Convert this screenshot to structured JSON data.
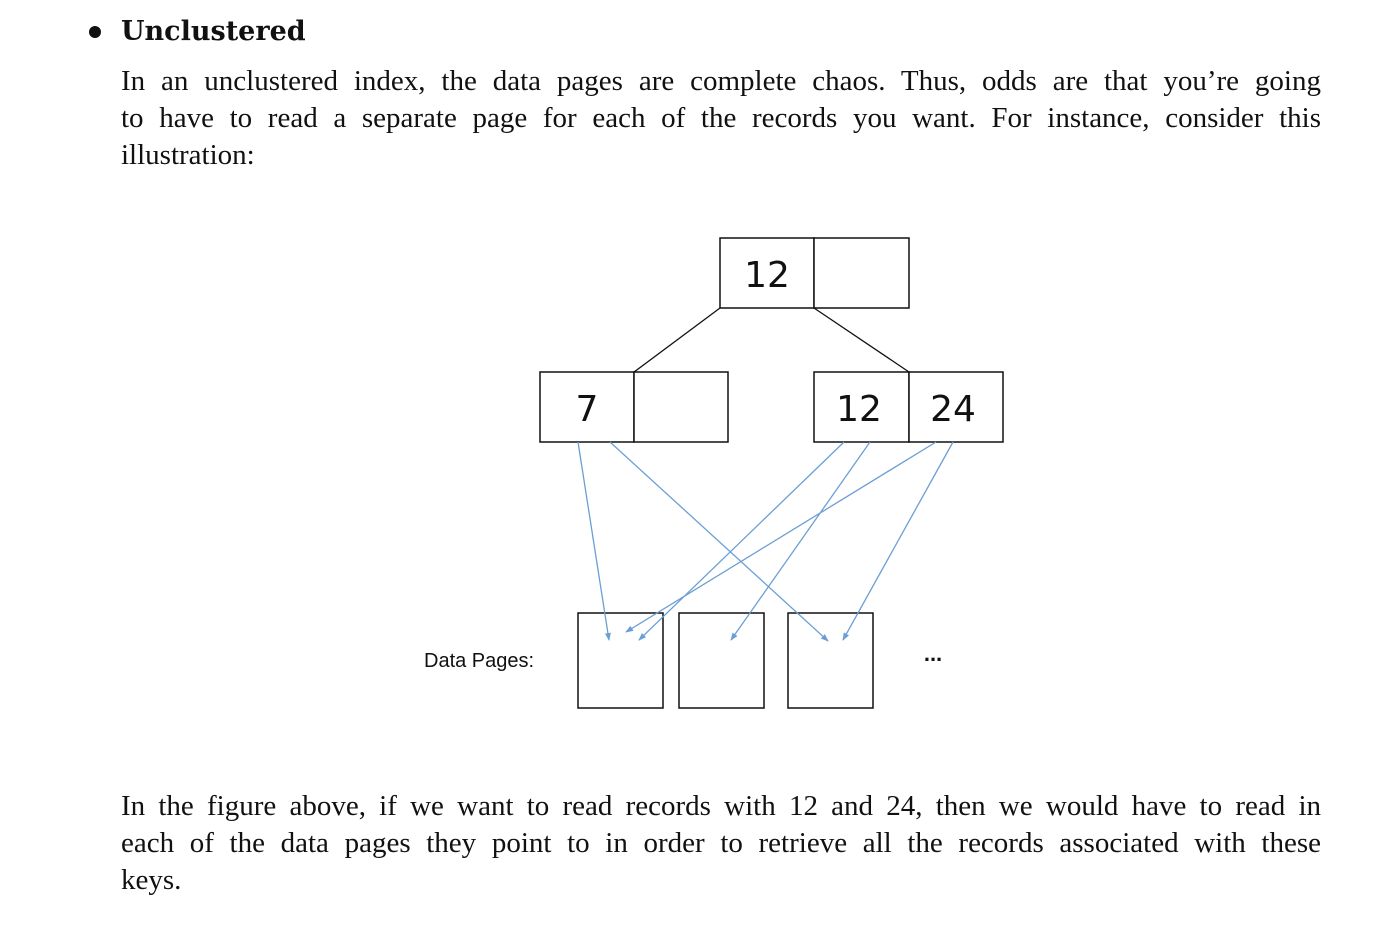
{
  "section": {
    "heading": "Unclustered",
    "intro_lines": [
      "In an unclustered index, the data pages are complete chaos. Thus, odds are that you’re going",
      "to have to read a separate page for each of the records you want. For instance, consider this",
      "illustration:"
    ],
    "outro_lines": [
      "In the figure above, if we want to read records with 12 and 24, then we would have to read in",
      "each of the data pages they point to in order to retrieve all the records associated with these",
      "keys."
    ]
  },
  "figure": {
    "root_node": {
      "keys": [
        "12",
        ""
      ]
    },
    "left_node": {
      "keys": [
        "7",
        ""
      ]
    },
    "right_node": {
      "keys": [
        "12",
        "24"
      ]
    },
    "data_pages_label": "Data Pages:",
    "more_pages_marker": "...",
    "data_page_count": 3,
    "tree_edge_color": "#111111",
    "pointer_color": "#6b9fd4"
  }
}
